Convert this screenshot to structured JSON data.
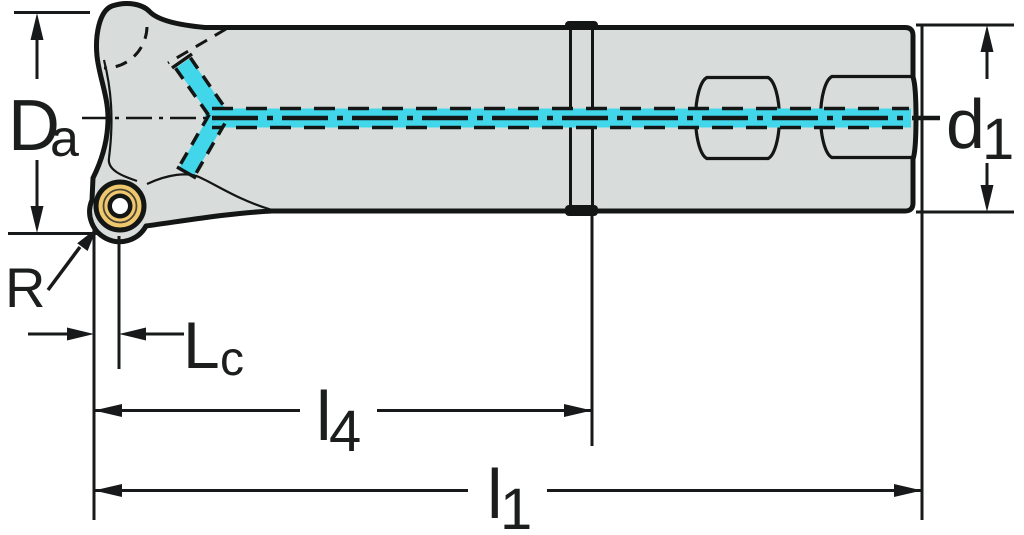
{
  "diagram": {
    "type": "technical-dimension-drawing",
    "subject": "round-insert-milling-cutter-side-view",
    "labels": {
      "da": {
        "main": "D",
        "sub": "a"
      },
      "d1": {
        "main": "d",
        "sub": "1"
      },
      "r": {
        "main": "R"
      },
      "lc": {
        "main": "L",
        "sub": "c"
      },
      "l4": {
        "main": "l",
        "sub": "4"
      },
      "l1": {
        "main": "l",
        "sub": "1"
      }
    },
    "colors": {
      "background": "#ffffff",
      "body_fill": "#d8dddc",
      "outline": "#131615",
      "coolant": "#41d6e9",
      "insert_yellow": "#efc76d",
      "insert_center": "#ffffff",
      "dimension_line": "#17191a",
      "label_text": "#1c1e1d"
    }
  }
}
